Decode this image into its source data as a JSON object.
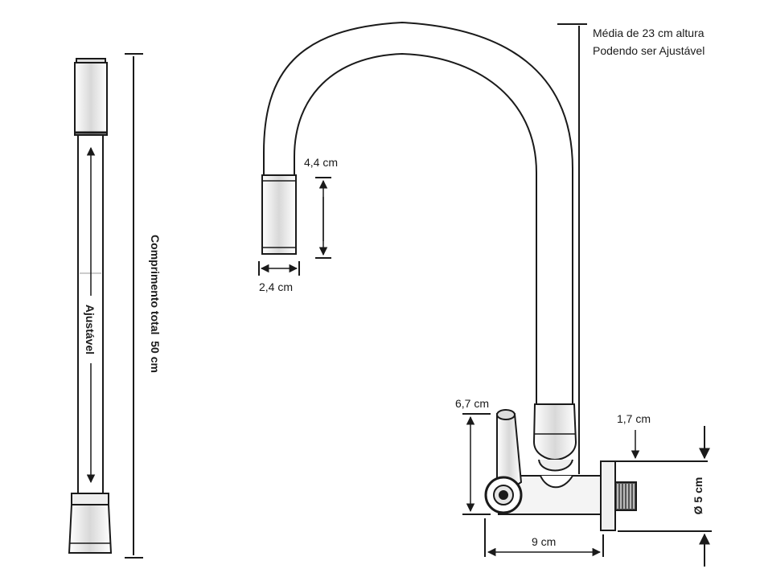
{
  "labels": {
    "height_line1": "Média de 23 cm altura",
    "height_line2": "Podendo ser Ajustável",
    "spout_height": "4,4 cm",
    "spout_width": "2,4 cm",
    "handle_height": "6,7 cm",
    "thread_length": "1,7 cm",
    "body_width": "9 cm",
    "diameter": "Ø 5 cm",
    "total_length": "Comprimento total  50 cm",
    "adjustable": "Ajustável"
  },
  "colors": {
    "line": "#1a1a1a",
    "fill": "#ffffff",
    "shade": "#dcdcdc"
  }
}
